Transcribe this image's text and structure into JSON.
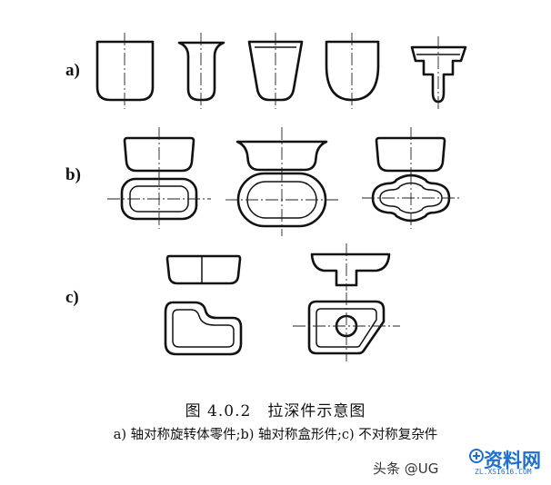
{
  "labels": {
    "a": "a)",
    "b": "b)",
    "c": "c)"
  },
  "caption": {
    "title": "图 4.0.2　拉深件示意图",
    "subtitle": "a) 轴对称旋转体零件;b) 轴对称盒形件;c) 不对称复杂件"
  },
  "watermark": {
    "left": "头条 @UG",
    "logo_text": "资料网",
    "logo_url": "ZL.XSI616.COM"
  },
  "colors": {
    "ink": "#111111",
    "logo": "#1d6fd1"
  }
}
